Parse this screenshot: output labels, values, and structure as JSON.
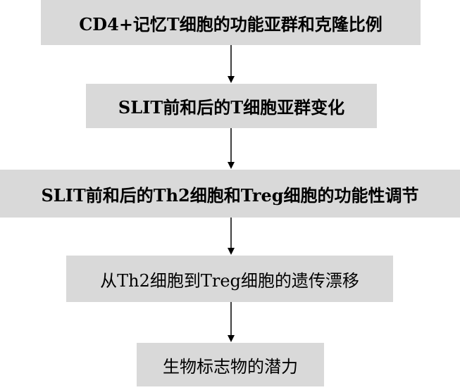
{
  "steps": [
    {
      "text": "CD4+记忆T细胞的功能亚群和克隆比例"
    },
    {
      "text": "SLIT前和后的T细胞亚群变化"
    },
    {
      "text": "SLIT前和后的Th2细胞和Treg细胞的功能性调节"
    },
    {
      "text": "从Th2细胞到Treg细胞的遗传漂移"
    },
    {
      "text": "生物标志物的潜力"
    }
  ],
  "colors": {
    "box_fill": "#d9d9d9",
    "arrow": "#000000",
    "text": "#000000"
  }
}
